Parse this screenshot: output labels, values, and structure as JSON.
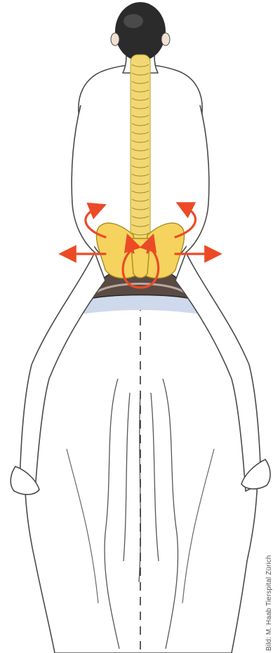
{
  "figure": {
    "subject": "rider seated on horse, rear view, pelvis and spine highlighted",
    "credit": "Bild: M. Haab Tierspital Zürich",
    "colors": {
      "spine": "#f2d872",
      "pelvis": "#f5d35e",
      "arrows": "#ec4a26",
      "outline": "#4a4a4a",
      "hair": "#2b2b2b",
      "saddle": "#5a4a44",
      "saddle_pad": "#cfd9ec"
    },
    "arrows": [
      "left-arrow",
      "right-arrow",
      "left-rotation-arrow",
      "right-rotation-arrow",
      "center-rotation-arrow"
    ]
  }
}
